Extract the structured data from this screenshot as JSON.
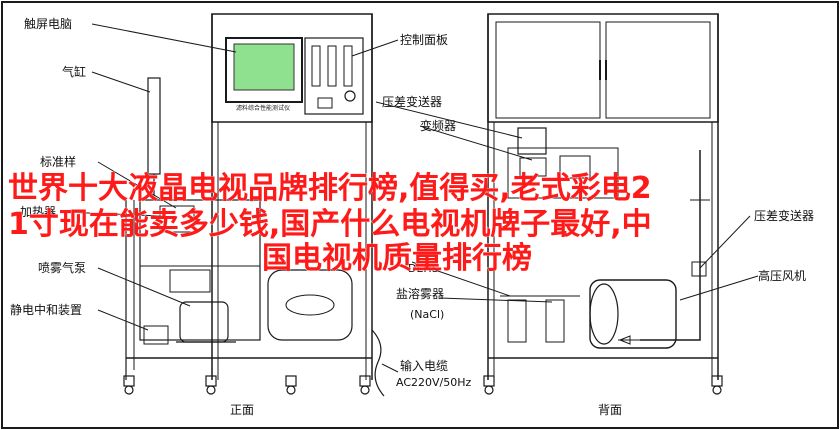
{
  "overlay_title": {
    "line1": "世界十大液晶电视品牌排行榜,值得买,老式彩电2",
    "line2": "1寸现在能卖多少钱,国产什么电视机牌子最好,中",
    "line3": "国电视机质量排行榜"
  },
  "labels": {
    "touch_screen": "触屏电脑",
    "cylinder": "气缸",
    "standard_sample": "标准样",
    "heater": "加热器",
    "spray_pump": "喷雾气泵",
    "static_device": "静电中和装置",
    "control_panel": "控制面板",
    "pressure_transmitter_left": "压差变送器",
    "inverter": "变频器",
    "dehumidifier": "DEHS",
    "salt_spray": "盐溶雾器",
    "nacl": "(NaCl)",
    "input_cable": "输入电缆",
    "voltage": "AC220V/50Hz",
    "pressure_transmitter_right": "压差变送器",
    "blower": "高压风机",
    "front": "正面",
    "back": "背面"
  },
  "screen_caption": "滤料综合性能测试仪",
  "colors": {
    "screen_green": "#8fe08f",
    "title_red": "#ff1a1a",
    "line": "#1a1a1a"
  }
}
